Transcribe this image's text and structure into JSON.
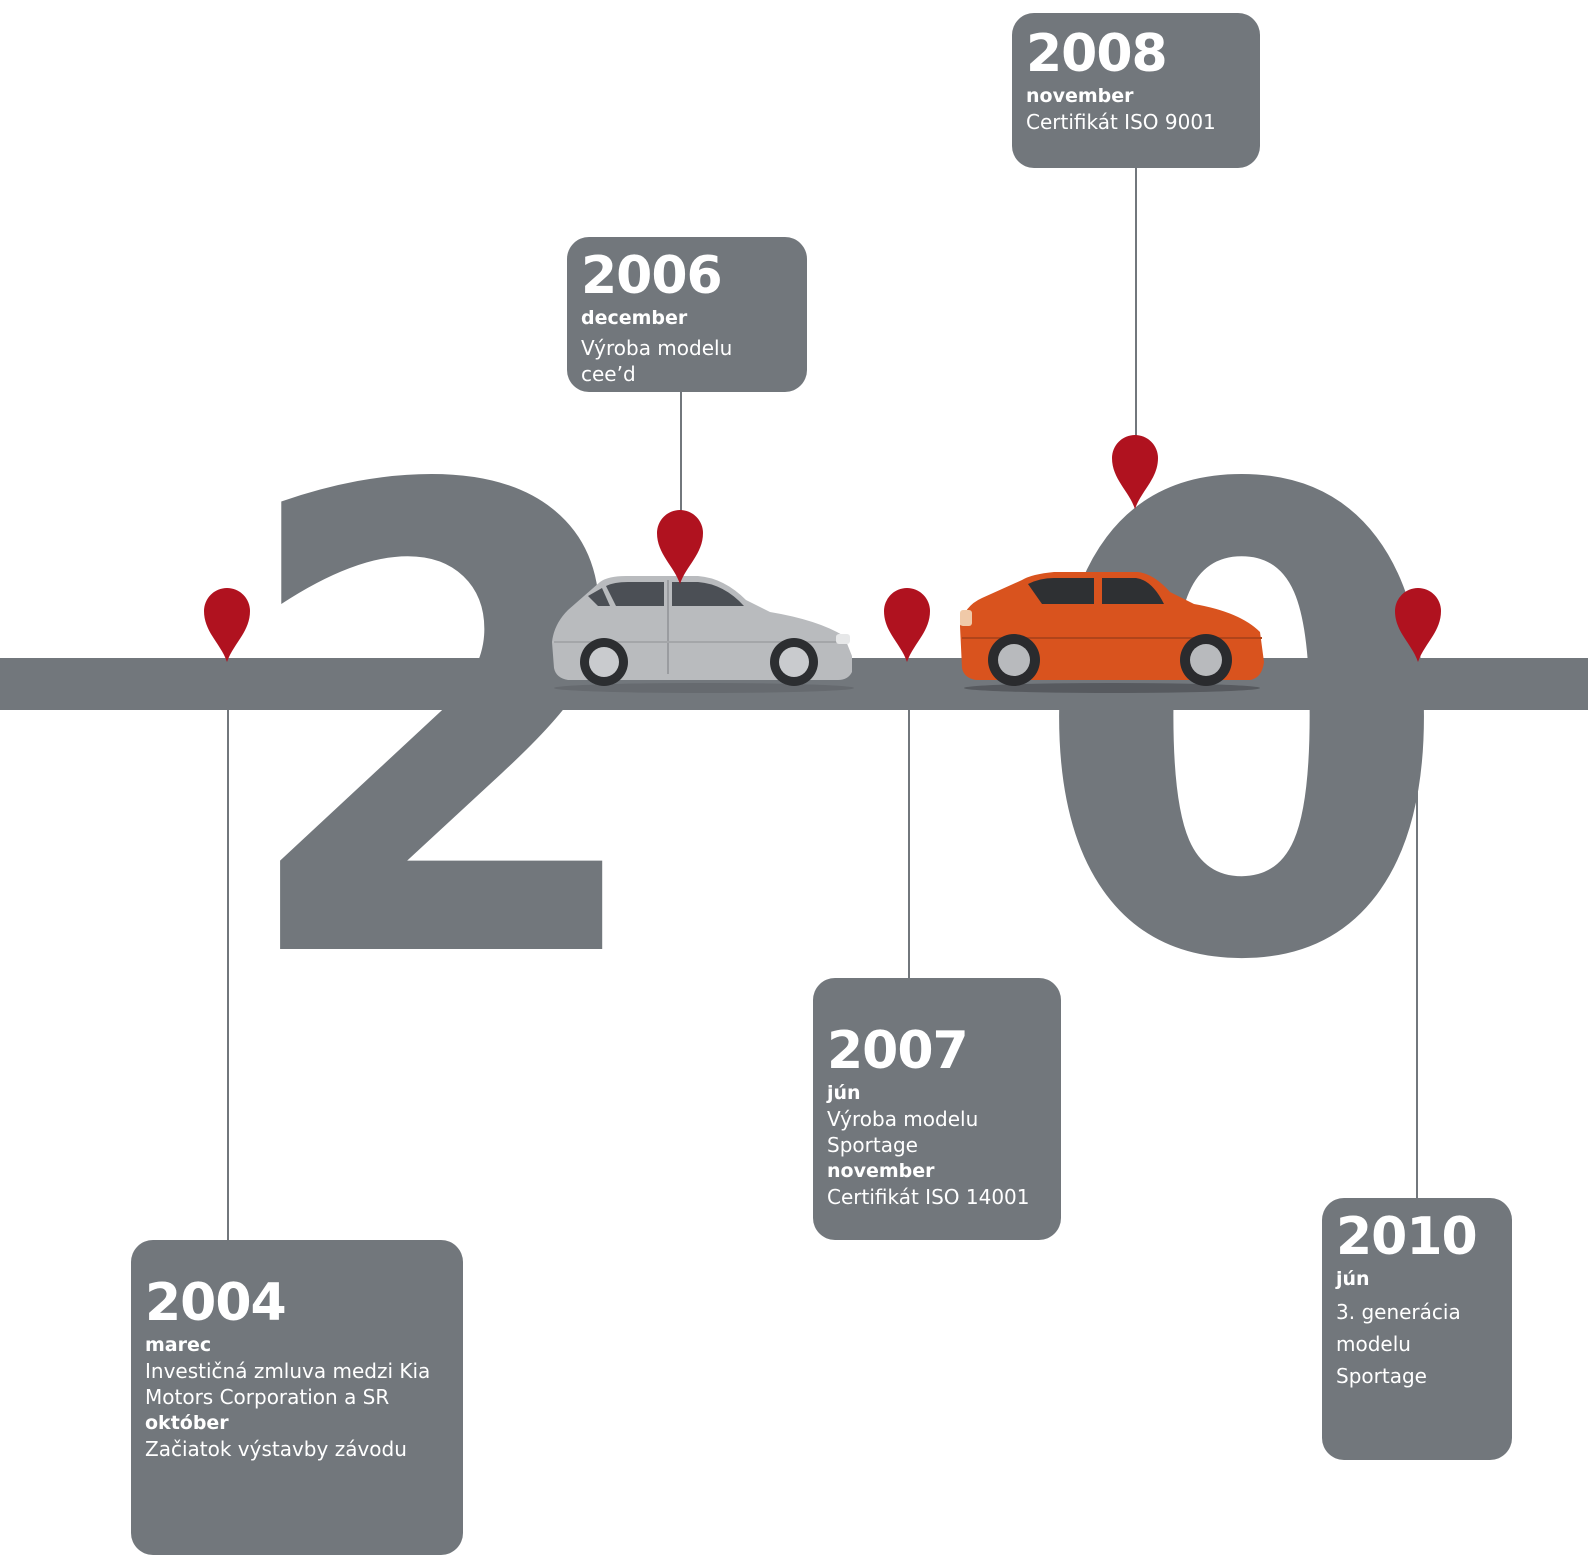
{
  "background_digits": [
    "2",
    "0"
  ],
  "milestones": [
    {
      "year": "2004",
      "entries": [
        {
          "month": "marec",
          "text": "Investičná zmluva medzi Kia Motors Corporation a SR"
        },
        {
          "month": "október",
          "text": "Začiatok výstavby závodu"
        }
      ]
    },
    {
      "year": "2006",
      "entries": [
        {
          "month": "december",
          "text": "Výroba modelu cee’d"
        }
      ]
    },
    {
      "year": "2007",
      "entries": [
        {
          "month": "jún",
          "text": "Výroba modelu Sportage"
        },
        {
          "month": "november",
          "text": "Certifikát ISO 14001"
        }
      ]
    },
    {
      "year": "2008",
      "entries": [
        {
          "month": "november",
          "text": "Certifikát ISO 9001"
        }
      ]
    },
    {
      "year": "2010",
      "entries": [
        {
          "month": "jún",
          "text": "3. generácia modelu Sportage"
        }
      ]
    }
  ],
  "colors": {
    "gray": "#72777c",
    "pin_red": "#b0121f",
    "text_white": "#ffffff",
    "silver_car": "#b9bbbe",
    "orange_car": "#d9531e"
  },
  "icons": [
    "map-pin-icon",
    "silver-hatchback-car",
    "orange-suv-car"
  ]
}
